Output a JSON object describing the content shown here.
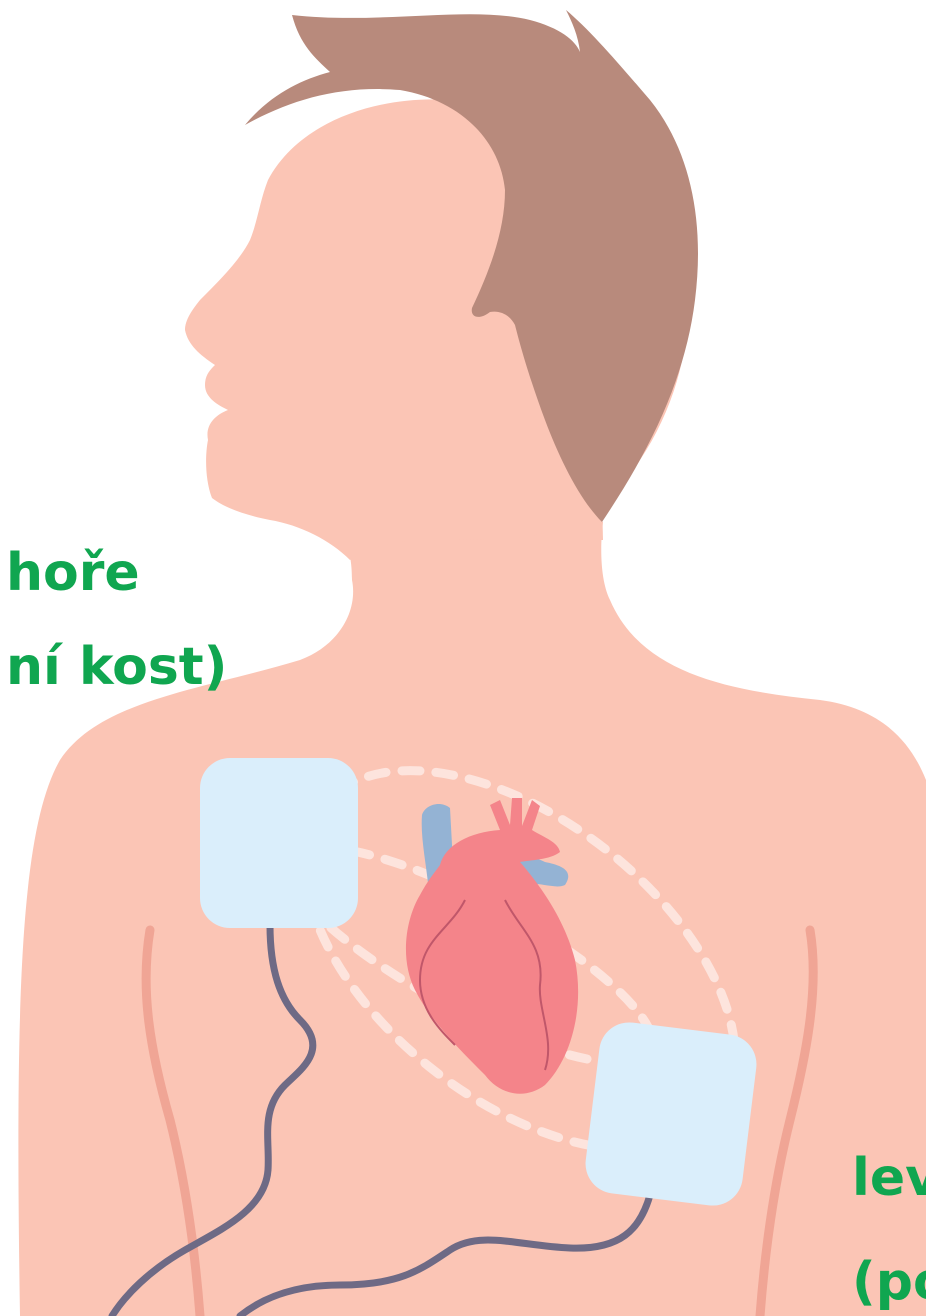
{
  "labels": {
    "right_pad_line1": "hoře",
    "right_pad_line2": "ní kost)",
    "left_pad_line1": "lev",
    "left_pad_line2": "(po"
  },
  "colors": {
    "label_green": "#10a650",
    "skin": "#fbc5b5",
    "hair": "#b88a7c",
    "heart_red": "#f4848a",
    "vessel_blue": "#94b3d4",
    "pad_fill": "#daeefb",
    "cable": "#6e6a85",
    "rib_line": "#f0a595",
    "current_path": "#fde7e1"
  }
}
